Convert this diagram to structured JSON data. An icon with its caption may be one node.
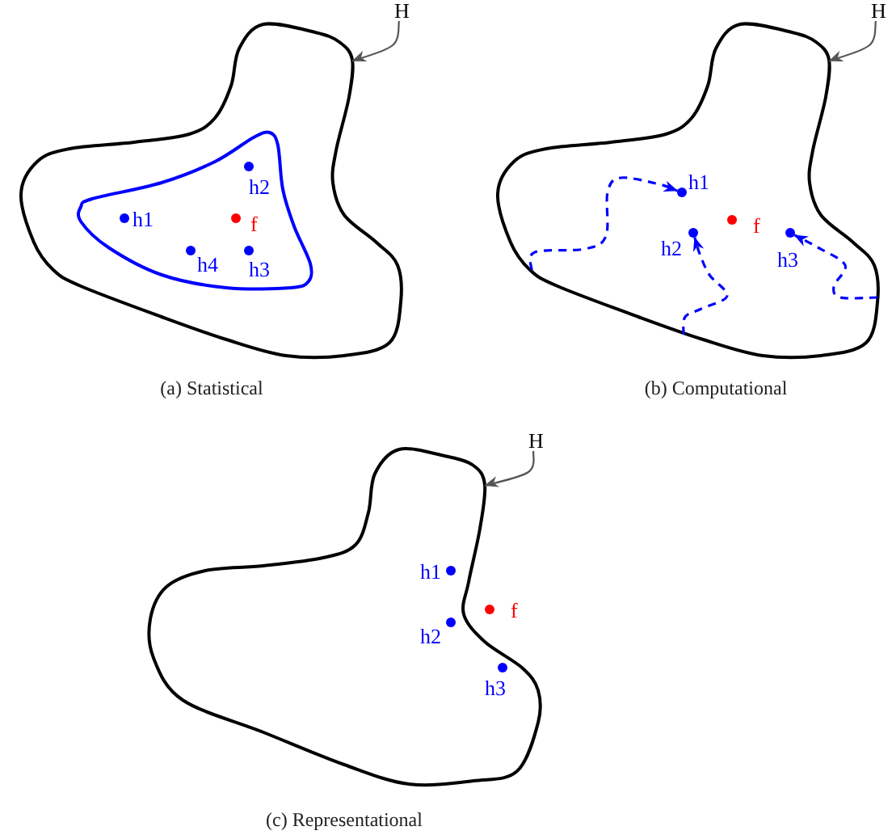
{
  "diagram": {
    "nodes": [
      {
        "text": [
          "H"
        ]
      },
      {
        "text": [],
        "shape": "blob"
      },
      {
        "text": [],
        "shape": "blob",
        "in": 1
      },
      {
        "text": [],
        "shape": "circle",
        "in": 2,
        "beside": [
          "h2"
        ]
      },
      {
        "text": [],
        "shape": "circle",
        "in": 2,
        "beside": [
          "h1"
        ]
      },
      {
        "text": [],
        "shape": "circle",
        "in": 2,
        "beside": [
          "f"
        ]
      },
      {
        "text": [],
        "shape": "circle",
        "in": 2,
        "beside": [
          "h4"
        ]
      },
      {
        "text": [],
        "shape": "circle",
        "in": 2,
        "beside": [
          "h3"
        ]
      },
      {
        "text": [
          "H"
        ]
      },
      {
        "text": [],
        "shape": "blob"
      },
      {
        "text": [],
        "shape": "circle",
        "in": 9,
        "beside": [
          "h1"
        ]
      },
      {
        "text": [],
        "shape": "circle",
        "in": 9,
        "beside": [
          "f"
        ]
      },
      {
        "text": [],
        "shape": "circle",
        "in": 9,
        "beside": [
          "h2"
        ]
      },
      {
        "text": [],
        "shape": "circle",
        "in": 9,
        "beside": [
          "h3"
        ]
      },
      {
        "text": [
          "H"
        ]
      },
      {
        "text": [],
        "shape": "blob"
      },
      {
        "text": [],
        "shape": "circle",
        "in": 15,
        "beside": [
          "h1"
        ]
      },
      {
        "text": [],
        "shape": "circle",
        "beside": [
          "f"
        ]
      },
      {
        "text": [],
        "shape": "circle",
        "in": 15,
        "beside": [
          "h2"
        ]
      },
      {
        "text": [],
        "shape": "circle",
        "in": 15,
        "beside": [
          "h3"
        ]
      }
    ],
    "edges": [
      {
        "from": 0,
        "to": 1,
        "arrow": "to"
      },
      {
        "from": 8,
        "to": 9,
        "arrow": "to"
      },
      {
        "from": null,
        "to": 10,
        "arrow": "to",
        "style": "dashed",
        "color": "#0000ff"
      },
      {
        "from": null,
        "to": 12,
        "arrow": "to",
        "style": "dashed",
        "color": "#0000ff"
      },
      {
        "from": null,
        "to": 13,
        "arrow": "to",
        "style": "dashed",
        "color": "#0000ff"
      },
      {
        "from": 14,
        "to": 15,
        "arrow": "to"
      }
    ],
    "labels": [
      "(a) Statistical",
      "(b) Computational",
      "(c) Representational"
    ]
  }
}
